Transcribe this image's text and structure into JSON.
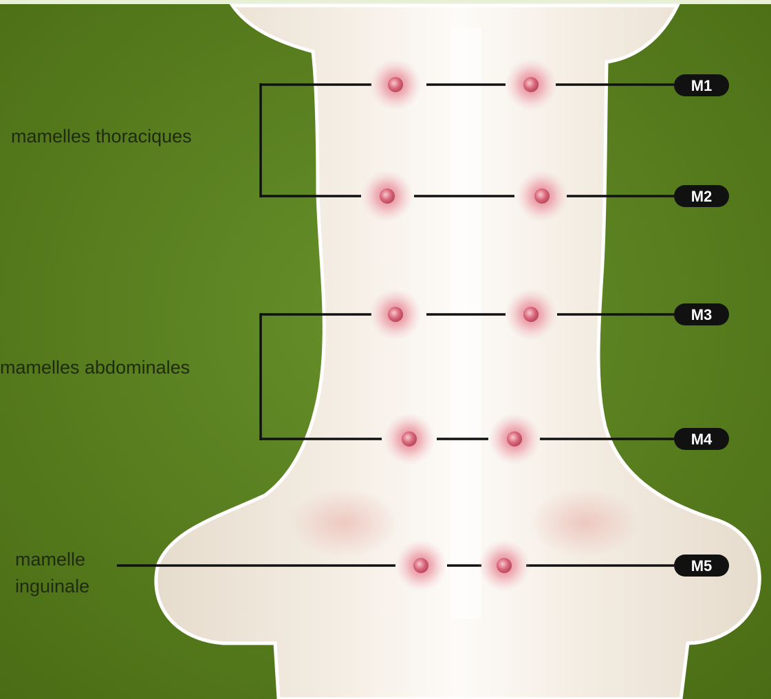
{
  "groups": {
    "thoracic": "mamelles thoraciques",
    "abdominal": "mamelles abdominales",
    "inguinal_line1": "mamelle",
    "inguinal_line2": "inguinale"
  },
  "badges": {
    "m1": "M1",
    "m2": "M2",
    "m3": "M3",
    "m4": "M4",
    "m5": "M5"
  },
  "colors": {
    "background": "#56791a",
    "body": "#f1e8dc",
    "body_outline": "#ffffff",
    "nipple": "#d8707e",
    "leader": "#111111",
    "badge": "#111111"
  }
}
